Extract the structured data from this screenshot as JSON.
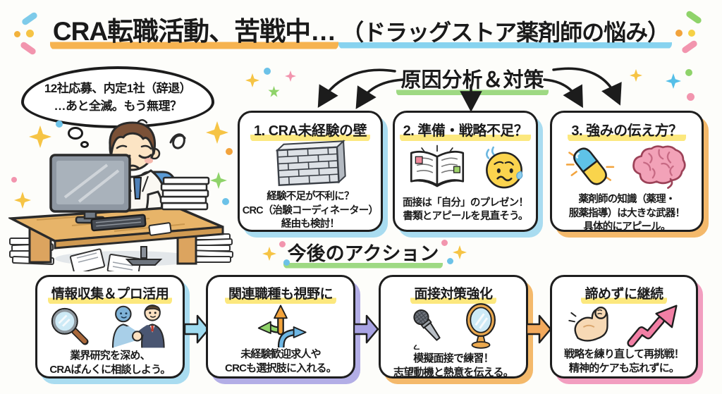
{
  "title": {
    "main": "CRA転職活動、苦戦中…",
    "sub": "（ドラッグストア薬剤師の悩み）"
  },
  "thought_bubble": {
    "lines": [
      "12社応募、内定1社（辞退）",
      "…あと全滅。もう無理？"
    ]
  },
  "analysis": {
    "heading": "原因分析＆対策",
    "cards": [
      {
        "title": "1. CRA未経験の壁",
        "lines": [
          "経験不足が不利に？",
          "CRC（治験コーディネーター）",
          "経由も検討！"
        ],
        "icons": [
          "brick-wall-icon"
        ],
        "shadow_color": "#a9dcf0"
      },
      {
        "title": "2. 準備・戦略不足？",
        "lines": [
          "面接は「自分」のプレゼン！",
          "書類とアピールを見直そう。"
        ],
        "icons": [
          "open-book-icon",
          "worried-face-icon"
        ],
        "shadow_color": "#a9dcf0"
      },
      {
        "title": "3. 強みの伝え方？",
        "lines": [
          "薬剤師の知識（薬理・",
          "服薬指導）は大きな武器！",
          "具体的にアピール。"
        ],
        "icons": [
          "capsule-icon",
          "brain-icon"
        ],
        "shadow_color": "#f4b96b"
      }
    ]
  },
  "actions": {
    "heading": "今後のアクション",
    "cards": [
      {
        "title": "情報収集＆プロ活用",
        "lines": [
          "業界研究を深め、",
          "CRAばんくに相談しよう。"
        ],
        "icons": [
          "magnifier-icon",
          "handshake-icon"
        ],
        "shadow_color": "#a9dcf0"
      },
      {
        "title": "関連職種も視野に",
        "lines": [
          "未経験歓迎求人や",
          "CRCも選択肢に入れる。"
        ],
        "icons": [
          "three-way-arrows-icon"
        ],
        "shadow_color": "#b3aee6"
      },
      {
        "title": "面接対策強化",
        "lines": [
          "模擬面接で練習！",
          "志望動機と熱意を伝える。"
        ],
        "icons": [
          "microphone-icon",
          "mirror-icon"
        ],
        "shadow_color": "#f4b96b"
      },
      {
        "title": "諦めずに継続",
        "lines": [
          "戦略を練り直して再挑戦！",
          "精神的ケアも忘れずに。"
        ],
        "icons": [
          "flexed-arm-icon",
          "rising-arrow-icon"
        ],
        "shadow_color": "#f29ec0"
      }
    ]
  },
  "colors": {
    "background": "#fdfdfa",
    "ink": "#1a1a1a",
    "title_underline_main": "#f6b350",
    "title_underline_sub": "#87d3ef",
    "heading_underline": "#9ed983",
    "card_title_highlight": "#fce87e",
    "shadow_blue": "#a9dcf0",
    "shadow_orange": "#f4b96b",
    "shadow_purple": "#b3aee6",
    "shadow_pink": "#f29ec0",
    "connector_cyan": "#9fdbf0",
    "connector_purple": "#a8a3e3",
    "connector_orange": "#f2a95c"
  }
}
